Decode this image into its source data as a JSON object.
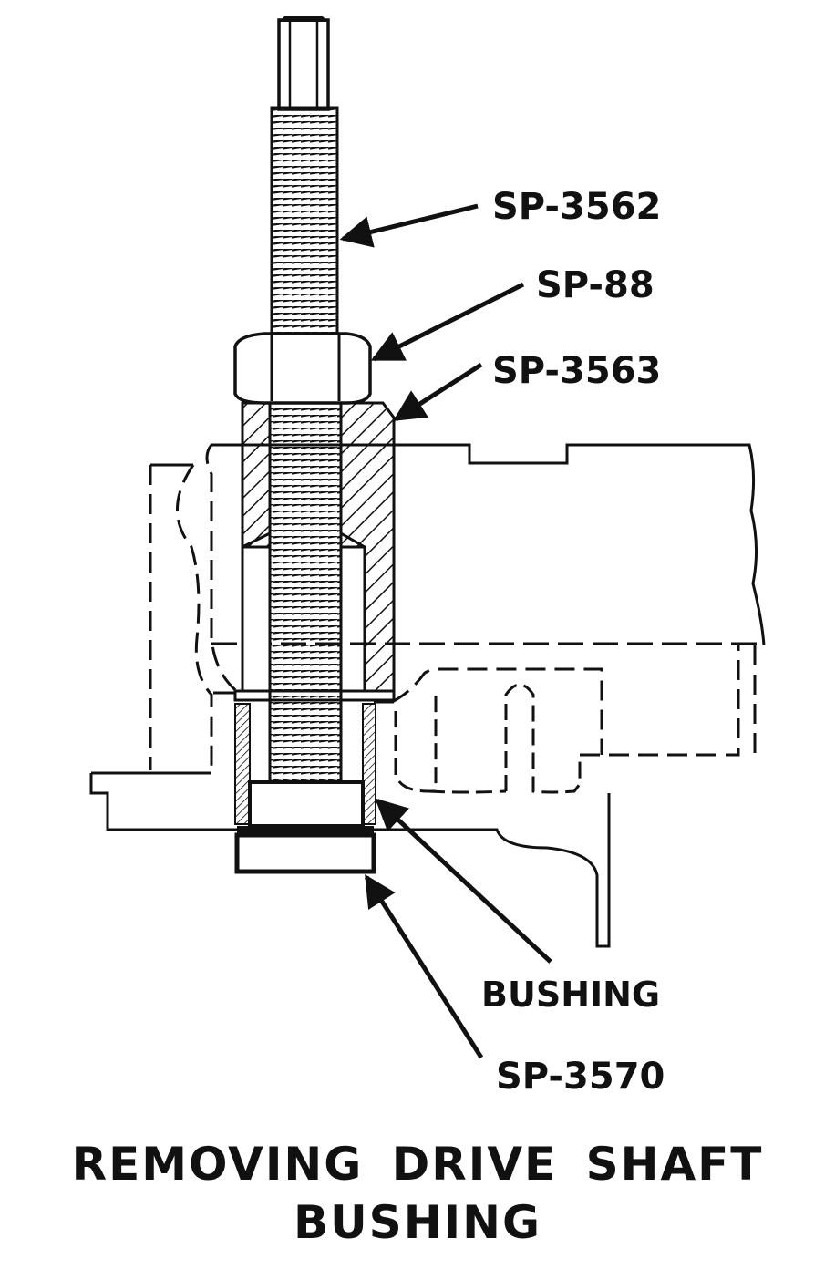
{
  "labels": {
    "sp3562": "SP-3562",
    "sp88": "SP-88",
    "sp3563": "SP-3563",
    "bushing": "BUSHING",
    "sp3570": "SP-3570"
  },
  "caption": {
    "line1": "REMOVING DRIVE SHAFT",
    "line2": "BUSHING"
  },
  "colors": {
    "ink": "#111111",
    "paper": "#ffffff"
  }
}
